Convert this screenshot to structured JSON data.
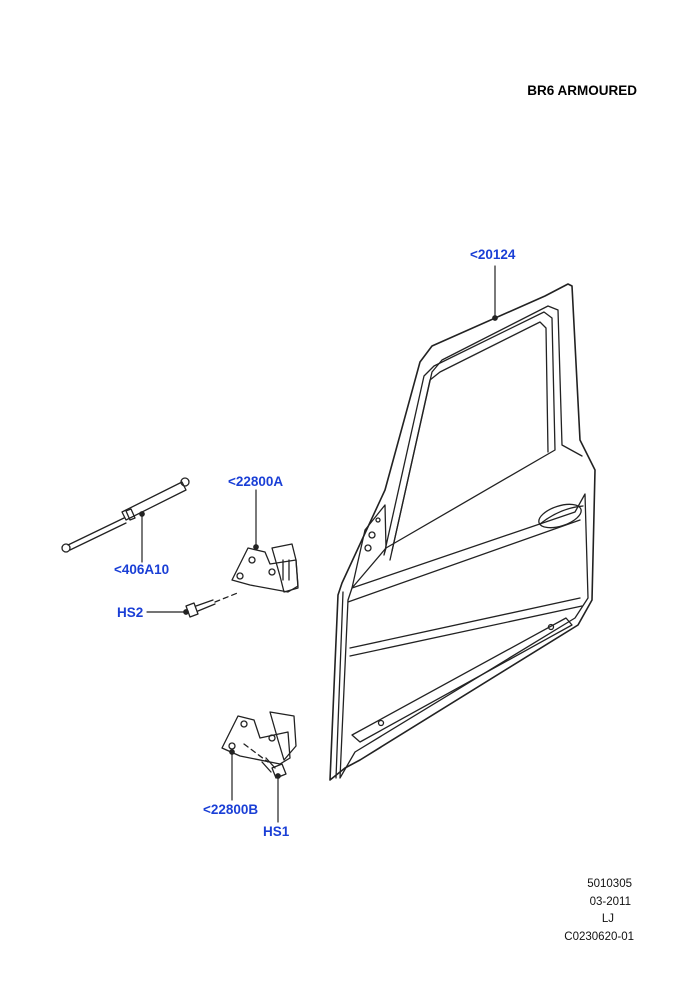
{
  "diagram": {
    "title": "BR6 ARMOURED",
    "callouts": {
      "door": "<20124",
      "upper_hinge": "<22800A",
      "gas_strut": "<406A10",
      "bolt_upper": "HS2",
      "lower_hinge": "<22800B",
      "bolt_lower": "HS1"
    },
    "footer": {
      "line1": "5010305",
      "line2": "03-2011",
      "line3": "LJ",
      "line4": "C0230620-01"
    }
  }
}
